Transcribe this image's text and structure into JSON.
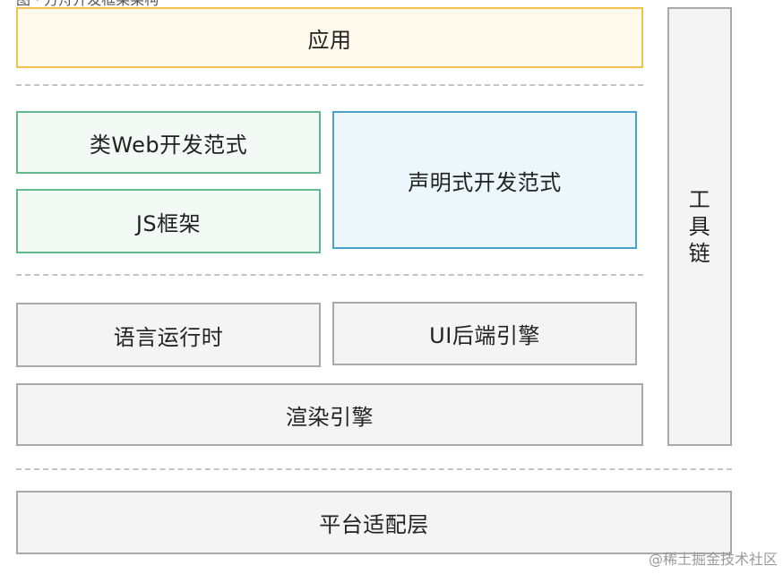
{
  "diagram": {
    "top_caption": "图 · 方舟开发框架架构",
    "app_layer": "应用",
    "web_paradigm": "类Web开发范式",
    "js_framework": "JS框架",
    "declarative_paradigm": "声明式开发范式",
    "language_runtime": "语言运行时",
    "ui_backend_engine": "UI后端引擎",
    "render_engine": "渲染引擎",
    "toolchain": [
      "工",
      "具",
      "链"
    ],
    "platform_adapter": "平台适配层"
  },
  "watermark": "@稀土掘金技术社区",
  "colors": {
    "app": "#f3c14d",
    "web": "#62b98d",
    "declarative": "#4a9fd5",
    "neutral": "#a9a9a9"
  }
}
